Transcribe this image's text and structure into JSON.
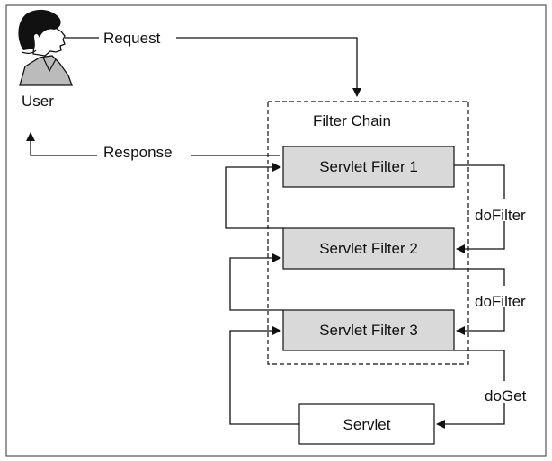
{
  "user": {
    "label": "User"
  },
  "arrows": {
    "request": "Request",
    "response": "Response",
    "do_filter_1": "doFilter",
    "do_filter_2": "doFilter",
    "do_get": "doGet"
  },
  "filter_chain": {
    "title": "Filter Chain",
    "filters": [
      "Servlet Filter 1",
      "Servlet Filter 2",
      "Servlet Filter 3"
    ]
  },
  "servlet": {
    "label": "Servlet"
  },
  "colors": {
    "filter_fill": "#d9d9d9",
    "line": "#111111",
    "frame": "#555555",
    "skin": "#ffffff",
    "hair": "#111111",
    "shirt": "#bbbbbb"
  }
}
